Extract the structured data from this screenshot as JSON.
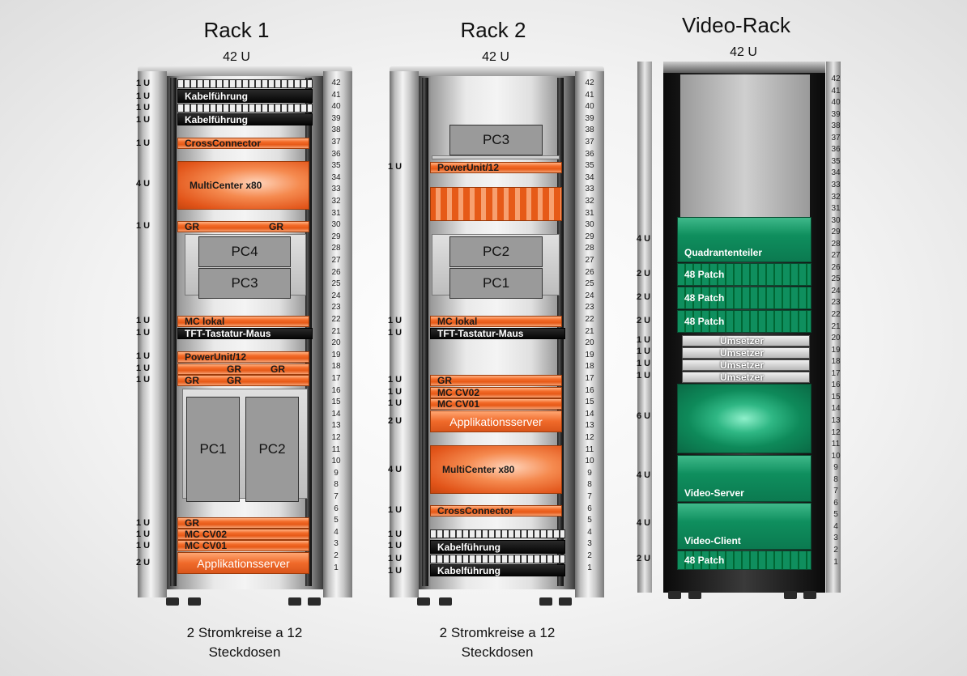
{
  "racks": [
    {
      "title": "Rack 1",
      "capacity": "42 U",
      "caption": [
        "2 Stromkreise a 12",
        "Steckdosen"
      ],
      "numbers": [
        "42",
        "41",
        "40",
        "39",
        "38",
        "37",
        "36",
        "35",
        "34",
        "33",
        "32",
        "31",
        "30",
        "29",
        "28",
        "27",
        "26",
        "25",
        "24",
        "23",
        "22",
        "21",
        "20",
        "19",
        "18",
        "17",
        "16",
        "15",
        "14",
        "13",
        "12",
        "11",
        "10",
        "9",
        "8",
        "7",
        "6",
        "5",
        "4",
        "3",
        "2",
        "1"
      ],
      "u_labels": [
        "1 U",
        "1 U",
        "1 U",
        "1 U",
        "1 U",
        "4 U",
        "1 U",
        "1 U",
        "1 U",
        "1 U",
        "1 U",
        "1 U",
        "1 U",
        "1 U",
        "1 U",
        "2 U"
      ],
      "devices": {
        "kabel1": "Kabelführung",
        "kabel2": "Kabelführung",
        "cross": "CrossConnector",
        "multi": "MultiCenter x80",
        "gr_a": "GR",
        "gr_b": "GR",
        "pc4": "PC4",
        "pc3": "PC3",
        "mc_lokal": "MC lokal",
        "tft": "TFT-Tastatur-Maus",
        "power": "PowerUnit/12",
        "gr_c": "GR",
        "gr_d": "GR",
        "gr_e": "GR",
        "gr_f": "GR",
        "pc1": "PC1",
        "pc2": "PC2",
        "gr_g": "GR",
        "mc_cv02": "MC CV02",
        "mc_cv01": "MC CV01",
        "app": "Applikationsserver"
      }
    },
    {
      "title": "Rack 2",
      "capacity": "42 U",
      "caption": [
        "2 Stromkreise a 12",
        "Steckdosen"
      ],
      "numbers": [
        "42",
        "41",
        "40",
        "39",
        "38",
        "37",
        "36",
        "35",
        "34",
        "33",
        "32",
        "31",
        "30",
        "29",
        "28",
        "27",
        "26",
        "25",
        "24",
        "23",
        "22",
        "21",
        "20",
        "19",
        "18",
        "17",
        "16",
        "15",
        "14",
        "13",
        "12",
        "11",
        "10",
        "9",
        "8",
        "7",
        "6",
        "5",
        "4",
        "3",
        "2",
        "1"
      ],
      "u_labels": [
        "1 U",
        "1 U",
        "1 U",
        "1 U",
        "1 U",
        "1 U",
        "2 U",
        "4 U",
        "1 U",
        "1 U",
        "1 U",
        "1 U",
        "1 U"
      ],
      "devices": {
        "pc3": "PC3",
        "power": "PowerUnit/12",
        "pc2": "PC2",
        "pc1": "PC1",
        "mc_lokal": "MC lokal",
        "tft": "TFT-Tastatur-Maus",
        "gr": "GR",
        "mc_cv02": "MC CV02",
        "mc_cv01": "MC CV01",
        "app": "Applikationsserver",
        "multi": "MultiCenter x80",
        "cross": "CrossConnector",
        "kabel1": "Kabelführung",
        "kabel2": "Kabelführung"
      }
    },
    {
      "title": "Video-Rack",
      "capacity": "42 U",
      "numbers": [
        "42",
        "41",
        "40",
        "39",
        "38",
        "37",
        "36",
        "35",
        "34",
        "33",
        "32",
        "31",
        "30",
        "29",
        "28",
        "27",
        "26",
        "25",
        "24",
        "23",
        "22",
        "21",
        "20",
        "19",
        "18",
        "17",
        "16",
        "15",
        "14",
        "13",
        "12",
        "11",
        "10",
        "9",
        "8",
        "7",
        "6",
        "5",
        "4",
        "3",
        "2",
        "1"
      ],
      "u_labels": [
        "4 U",
        "2 U",
        "2 U",
        "2 U",
        "1 U",
        "1 U",
        "1 U",
        "1 U",
        "6 U",
        "4 U",
        "4 U",
        "2 U"
      ],
      "devices": {
        "quad": "Quadrantenteiler",
        "patch1": "48 Patch",
        "patch2": "48 Patch",
        "patch3": "48 Patch",
        "ums1": "Umsetzer",
        "ums2": "Umsetzer",
        "ums3": "Umsetzer",
        "ums4": "Umsetzer",
        "vserver": "Video-Server",
        "vclient": "Video-Client",
        "patch4": "48 Patch"
      }
    }
  ]
}
